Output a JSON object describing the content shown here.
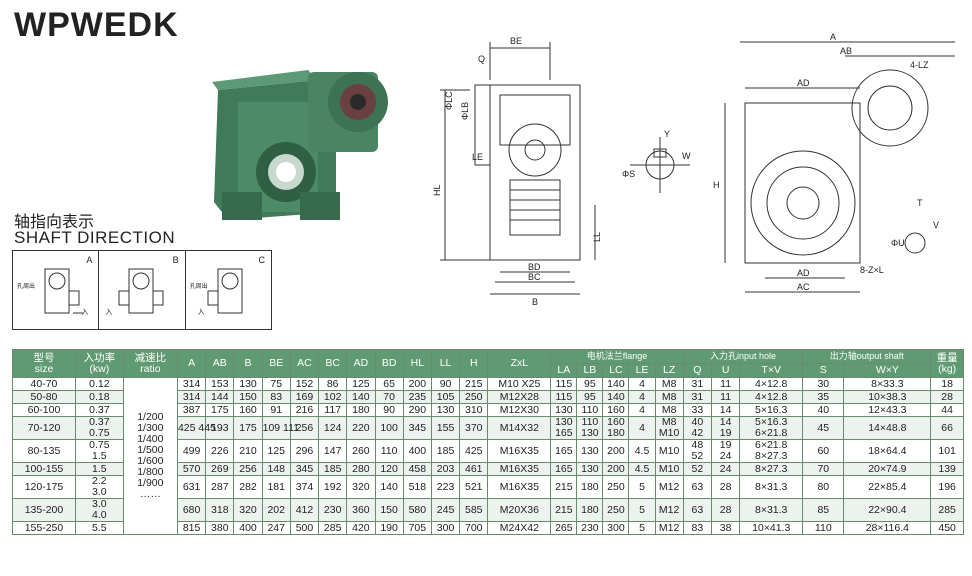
{
  "title": "WPWEDK",
  "shaft_direction": {
    "cn": "轴指向表示",
    "en": "SHAFT DIRECTION",
    "cells": [
      {
        "letter": "A"
      },
      {
        "letter": "B"
      },
      {
        "letter": "C"
      }
    ],
    "side_label": "孔周出",
    "input_label": "入"
  },
  "drawing_labels": {
    "front": [
      "BE",
      "Q",
      "ΦLC",
      "ΦLB",
      "LE",
      "HL",
      "LL",
      "BD",
      "BC",
      "B"
    ],
    "shaft": [
      "Y",
      "W",
      "ΦS"
    ],
    "side": [
      "A",
      "AB",
      "AD",
      "4-LZ",
      "H",
      "AD",
      "AC",
      "8-Z×L",
      "T",
      "V",
      "ΦU"
    ]
  },
  "table": {
    "headers": {
      "size": [
        "型号",
        "size"
      ],
      "power": [
        "入功率",
        "(kw)"
      ],
      "ratio": [
        "减速比",
        "ratio"
      ],
      "cols": [
        "A",
        "AB",
        "B",
        "BE",
        "AC",
        "BC",
        "AD",
        "BD",
        "HL",
        "LL",
        "H",
        "ZxL"
      ],
      "flange_group": "电机法兰flange",
      "flange_cols": [
        "LA",
        "LB",
        "LC",
        "LE",
        "LZ"
      ],
      "input_group": "入力孔input hole",
      "input_cols": [
        "Q",
        "U",
        "T×V"
      ],
      "output_group": "出力轴output shaft",
      "output_cols": [
        "S",
        "W×Y"
      ],
      "weight": [
        "重量",
        "(kg)"
      ]
    },
    "ratio_values": [
      "1/200",
      "1/300",
      "1/400",
      "1/500",
      "1/600",
      "1/800",
      "1/900",
      "……"
    ],
    "rows": [
      {
        "size": "40-70",
        "power": [
          "0.12"
        ],
        "A": "314",
        "AB": "153",
        "B": "130",
        "BE": "75",
        "AC": "152",
        "BC": "86",
        "AD": "125",
        "BD": "65",
        "HL": "200",
        "LL": "90",
        "H": "215",
        "ZxL": "M10 X25",
        "LA": [
          "115"
        ],
        "LB": [
          "95"
        ],
        "LC": [
          "140"
        ],
        "LE": "4",
        "LZ": [
          "M8"
        ],
        "Q": [
          "31"
        ],
        "U": [
          "11"
        ],
        "TV": [
          "4×12.8"
        ],
        "S": "30",
        "WY": "8×33.3",
        "W": "18"
      },
      {
        "size": "50-80",
        "power": [
          "0.18"
        ],
        "A": "314",
        "AB": "144",
        "B": "150",
        "BE": "83",
        "AC": "169",
        "BC": "102",
        "AD": "140",
        "BD": "70",
        "HL": "235",
        "LL": "105",
        "H": "250",
        "ZxL": "M12X28",
        "LA": [
          "115"
        ],
        "LB": [
          "95"
        ],
        "LC": [
          "140"
        ],
        "LE": "4",
        "LZ": [
          "M8"
        ],
        "Q": [
          "31"
        ],
        "U": [
          "11"
        ],
        "TV": [
          "4×12.8"
        ],
        "S": "35",
        "WY": "10×38.3",
        "W": "28"
      },
      {
        "size": "60-100",
        "power": [
          "0.37"
        ],
        "A": "387",
        "AB": "175",
        "B": "160",
        "BE": "91",
        "AC": "216",
        "BC": "117",
        "AD": "180",
        "BD": "90",
        "HL": "290",
        "LL": "130",
        "H": "310",
        "ZxL": "M12X30",
        "LA": [
          "130"
        ],
        "LB": [
          "110"
        ],
        "LC": [
          "160"
        ],
        "LE": "4",
        "LZ": [
          "M8"
        ],
        "Q": [
          "33"
        ],
        "U": [
          "14"
        ],
        "TV": [
          "5×16.3"
        ],
        "S": "40",
        "WY": "12×43.3",
        "W": "44"
      },
      {
        "size": "70-120",
        "power": [
          "0.37",
          "0.75"
        ],
        "A": "425 445",
        "AB": "193",
        "B": "175",
        "BE": "109 111",
        "AC": "256",
        "BC": "124",
        "AD": "220",
        "BD": "100",
        "HL": "345",
        "LL": "155",
        "H": "370",
        "ZxL": "M14X32",
        "LA": [
          "130",
          "165"
        ],
        "LB": [
          "110",
          "130"
        ],
        "LC": [
          "160",
          "180"
        ],
        "LE": "4",
        "LZ": [
          "M8",
          "M10"
        ],
        "Q": [
          "40",
          "42"
        ],
        "U": [
          "14",
          "19"
        ],
        "TV": [
          "5×16.3",
          "6×21.8"
        ],
        "S": "45",
        "WY": "14×48.8",
        "W": "66"
      },
      {
        "size": "80-135",
        "power": [
          "0.75",
          "1.5"
        ],
        "A": "499",
        "AB": "226",
        "B": "210",
        "BE": "125",
        "AC": "296",
        "BC": "147",
        "AD": "260",
        "BD": "110",
        "HL": "400",
        "LL": "185",
        "H": "425",
        "ZxL": "M16X35",
        "LA": [
          "165"
        ],
        "LB": [
          "130"
        ],
        "LC": [
          "200"
        ],
        "LE": "4.5",
        "LZ": [
          "M10"
        ],
        "Q": [
          "48",
          "52"
        ],
        "U": [
          "19",
          "24"
        ],
        "TV": [
          "6×21.8",
          "8×27.3"
        ],
        "S": "60",
        "WY": "18×64.4",
        "W": "101"
      },
      {
        "size": "100-155",
        "power": [
          "1.5"
        ],
        "A": "570",
        "AB": "269",
        "B": "256",
        "BE": "148",
        "AC": "345",
        "BC": "185",
        "AD": "280",
        "BD": "120",
        "HL": "458",
        "LL": "203",
        "H": "461",
        "ZxL": "M16X35",
        "LA": [
          "165"
        ],
        "LB": [
          "130"
        ],
        "LC": [
          "200"
        ],
        "LE": "4.5",
        "LZ": [
          "M10"
        ],
        "Q": [
          "52"
        ],
        "U": [
          "24"
        ],
        "TV": [
          "8×27.3"
        ],
        "S": "70",
        "WY": "20×74.9",
        "W": "139"
      },
      {
        "size": "120-175",
        "power": [
          "2.2",
          "3.0"
        ],
        "A": "631",
        "AB": "287",
        "B": "282",
        "BE": "181",
        "AC": "374",
        "BC": "192",
        "AD": "320",
        "BD": "140",
        "HL": "518",
        "LL": "223",
        "H": "521",
        "ZxL": "M16X35",
        "LA": [
          "215"
        ],
        "LB": [
          "180"
        ],
        "LC": [
          "250"
        ],
        "LE": "5",
        "LZ": [
          "M12"
        ],
        "Q": [
          "63"
        ],
        "U": [
          "28"
        ],
        "TV": [
          "8×31.3"
        ],
        "S": "80",
        "WY": "22×85.4",
        "W": "196"
      },
      {
        "size": "135-200",
        "power": [
          "3.0",
          "4.0"
        ],
        "A": "680",
        "AB": "318",
        "B": "320",
        "BE": "202",
        "AC": "412",
        "BC": "230",
        "AD": "360",
        "BD": "150",
        "HL": "580",
        "LL": "245",
        "H": "585",
        "ZxL": "M20X36",
        "LA": [
          "215"
        ],
        "LB": [
          "180"
        ],
        "LC": [
          "250"
        ],
        "LE": "5",
        "LZ": [
          "M12"
        ],
        "Q": [
          "63"
        ],
        "U": [
          "28"
        ],
        "TV": [
          "8×31.3"
        ],
        "S": "85",
        "WY": "22×90.4",
        "W": "285"
      },
      {
        "size": "155-250",
        "power": [
          "5.5"
        ],
        "A": "815",
        "AB": "380",
        "B": "400",
        "BE": "247",
        "AC": "500",
        "BC": "285",
        "AD": "420",
        "BD": "190",
        "HL": "705",
        "LL": "300",
        "H": "700",
        "ZxL": "M24X42",
        "LA": [
          "265"
        ],
        "LB": [
          "230"
        ],
        "LC": [
          "300"
        ],
        "LE": "5",
        "LZ": [
          "M12"
        ],
        "Q": [
          "83"
        ],
        "U": [
          "38"
        ],
        "TV": [
          "10×41.3"
        ],
        "S": "110",
        "WY": "28×116.4",
        "W": "450"
      }
    ]
  }
}
